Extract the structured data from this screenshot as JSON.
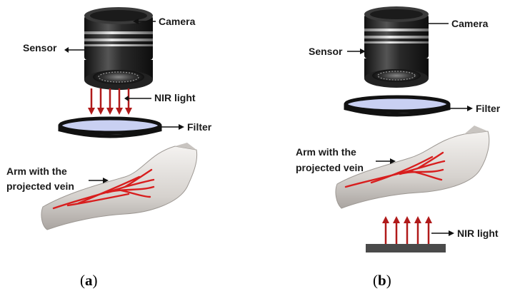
{
  "panel_a": {
    "labels": {
      "camera": "Camera",
      "sensor": "Sensor",
      "nir_light": "NIR light",
      "filter": "Filter",
      "arm_line1": "Arm with the",
      "arm_line2": "projected vein"
    },
    "caption_open": "(",
    "caption_letter": "a",
    "caption_close": ")"
  },
  "panel_b": {
    "labels": {
      "camera": "Camera",
      "sensor": "Sensor",
      "filter": "Filter",
      "arm_line1": "Arm with the",
      "arm_line2": "projected vein",
      "nir_light": "NIR light"
    },
    "caption_open": "(",
    "caption_letter": "b",
    "caption_close": ")"
  },
  "colors": {
    "nir_arrow": "#b01a1a",
    "vein": "#d81e1e",
    "filter_glass": "#c9d0f2",
    "camera_body": "#2b2b2b",
    "arm": "#d9d6d3",
    "light_source": "#4a4a4a"
  }
}
